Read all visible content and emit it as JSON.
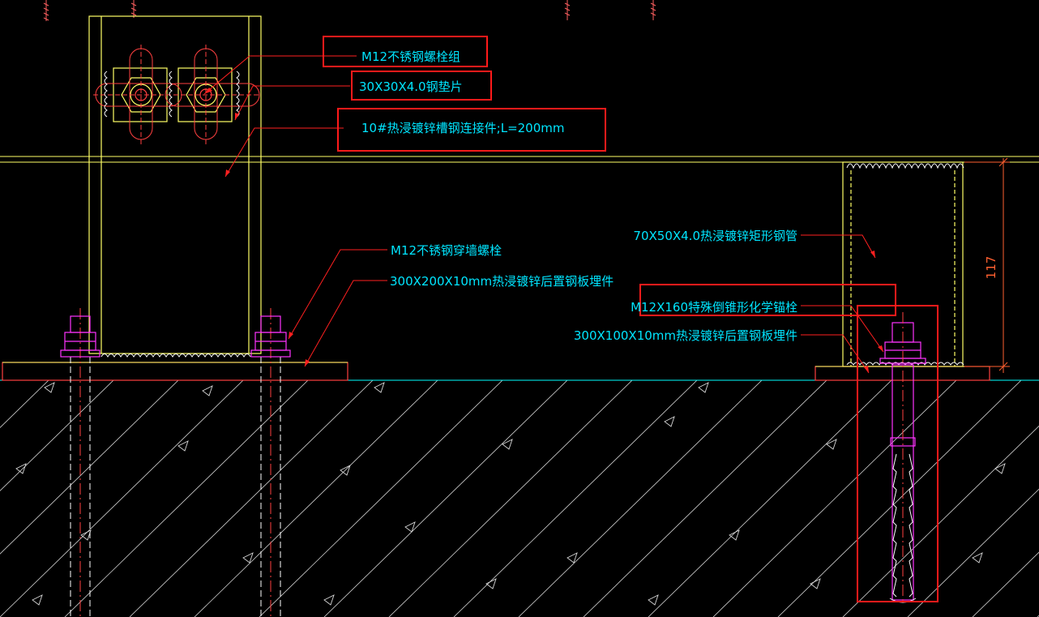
{
  "colors": {
    "background": "#000000",
    "structure": "#ffff66",
    "leader": "#ff2020",
    "label": "#00e5ff",
    "bolt": "#ff33ff",
    "highlight": "#ff1a1a",
    "grade": "#00ffff",
    "hatch": "#ffffff",
    "weld": "#ffffff"
  },
  "labels": {
    "bolt_group": "M12不锈钢螺栓组",
    "washer_plate": "30X30X4.0钢垫片",
    "channel_connector": "10#热浸镀锌槽钢连接件;L=200mm",
    "through_bolt": "M12不锈钢穿墙螺栓",
    "embed_plate_large": "300X200X10mm热浸镀锌后置钢板埋件",
    "rect_tube": "70X50X4.0热浸镀锌矩形钢管",
    "chemical_anchor": "M12X160特殊倒锥形化学锚栓",
    "embed_plate_small": "300X100X10mm热浸镀锌后置钢板埋件"
  },
  "dimensions": {
    "tube_height": "117"
  }
}
